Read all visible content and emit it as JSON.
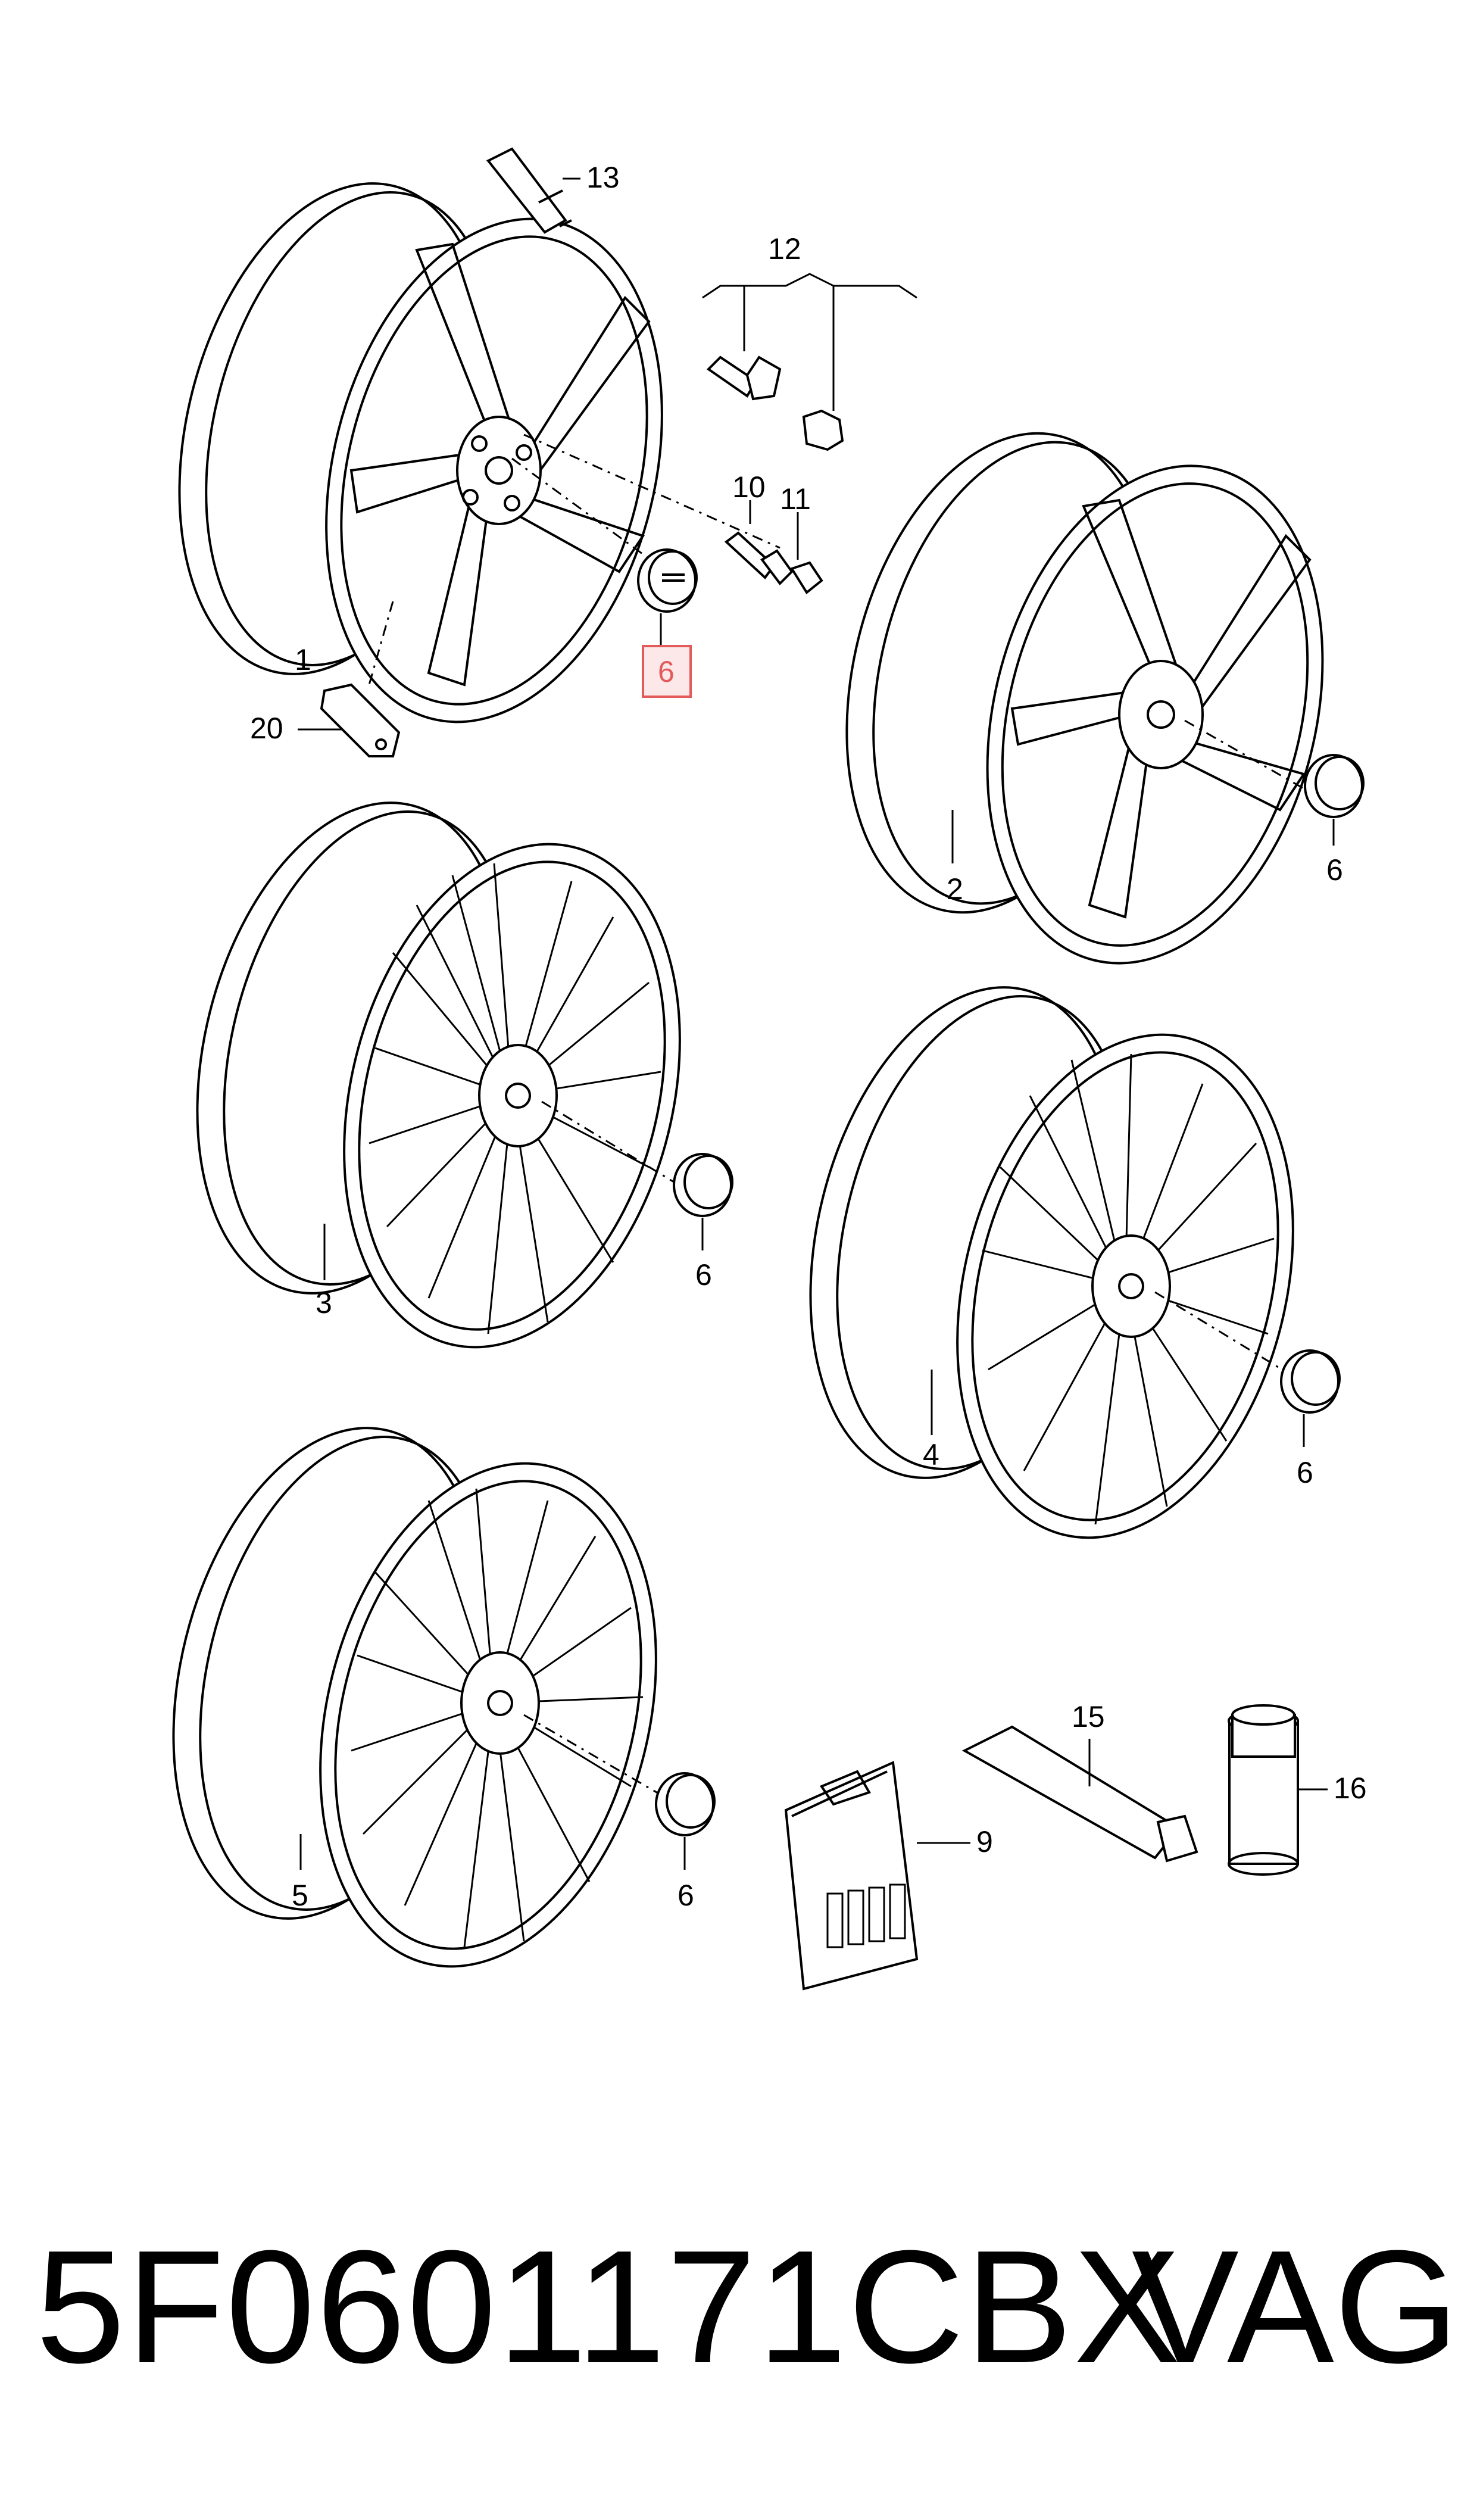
{
  "callouts": {
    "c1": "1",
    "c2": "2",
    "c3": "3",
    "c4": "4",
    "c5": "5",
    "c6a": "6",
    "c6b": "6",
    "c6c": "6",
    "c6d": "6",
    "c6e": "6",
    "c9": "9",
    "c10": "10",
    "c11": "11",
    "c12": "12",
    "c13": "13",
    "c15": "15",
    "c16": "16",
    "c20": "20"
  },
  "highlight": {
    "label": "6",
    "color": "#e35a5a",
    "fill": "#fce8e8"
  },
  "footer": {
    "part_number": "5F0601171CBX",
    "brand": "VAG"
  }
}
